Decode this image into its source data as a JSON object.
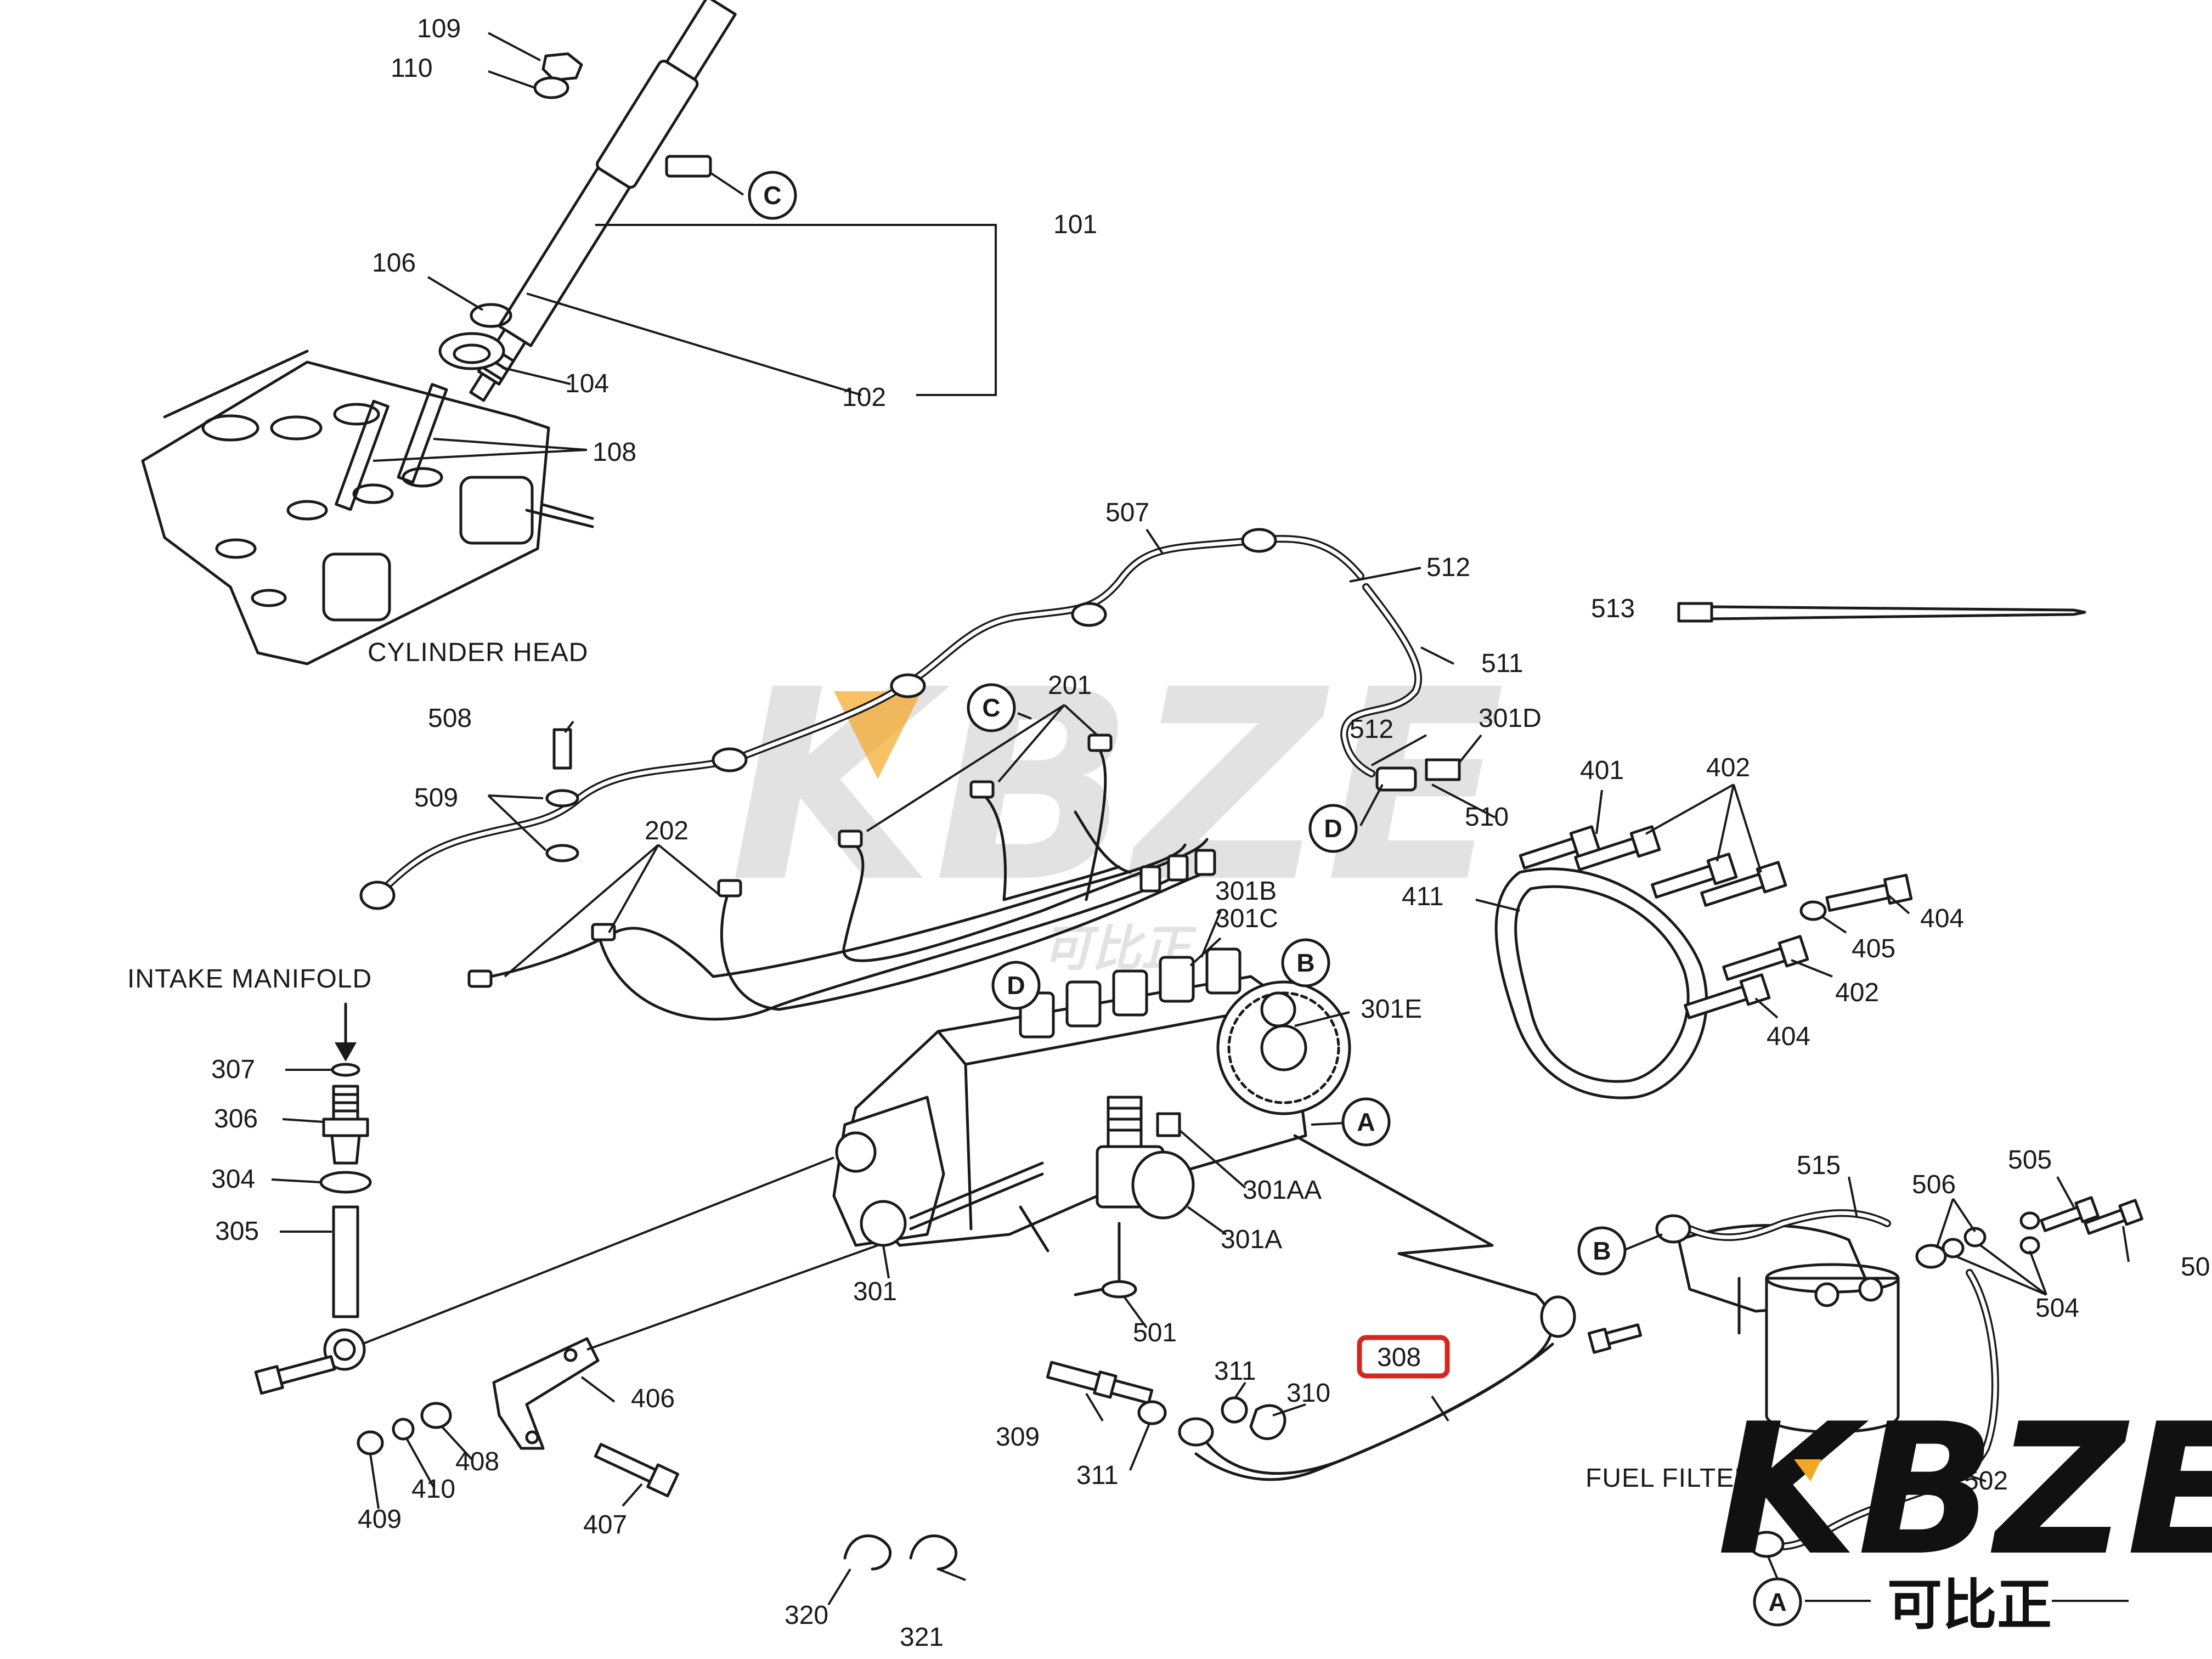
{
  "labels": {
    "p109": "109",
    "p110": "110",
    "p101": "101",
    "p106": "106",
    "p104": "104",
    "p102": "102",
    "p108": "108",
    "p507": "507",
    "p512a": "512",
    "p512b": "512",
    "p513": "513",
    "p511": "511",
    "p508": "508",
    "p201": "201",
    "p301D": "301D",
    "p401": "401",
    "p402a": "402",
    "p509": "509",
    "p510": "510",
    "p411": "411",
    "p202": "202",
    "p301B": "301B",
    "p301C": "301C",
    "p404a": "404",
    "p405": "405",
    "p402b": "402",
    "p404b": "404",
    "p301E": "301E",
    "p307": "307",
    "p306": "306",
    "p304": "304",
    "p305": "305",
    "p301AA": "301AA",
    "p301A": "301A",
    "p301": "301",
    "p515": "515",
    "p506": "506",
    "p505": "505",
    "p50x": "50",
    "p504": "504",
    "p501": "501",
    "p308": "308",
    "p311a": "311",
    "p310": "310",
    "p309": "309",
    "p311b": "311",
    "p406": "406",
    "p408": "408",
    "p410": "410",
    "p409": "409",
    "p407": "407",
    "p502": "502",
    "p320": "320",
    "p321": "321"
  },
  "captions": {
    "cylinder_head": "CYLINDER HEAD",
    "intake_manifold": "INTAKE MANIFOLD",
    "fuel_filter": "FUEL FILTER"
  },
  "callouts": {
    "c_top": "C",
    "c_mid": "C",
    "d_right": "D",
    "d_pump": "D",
    "b_pump": "B",
    "a_pump": "A",
    "b_filter": "B",
    "a_bottom": "A"
  },
  "highlight": {
    "part": "308",
    "color": "#d7261e"
  },
  "watermark": {
    "text": "KBZE",
    "cn": "可比正",
    "accent": "#f5a623"
  },
  "logo": {
    "text": "KBZE",
    "cn": "可比正",
    "accent": "#f5a623"
  }
}
